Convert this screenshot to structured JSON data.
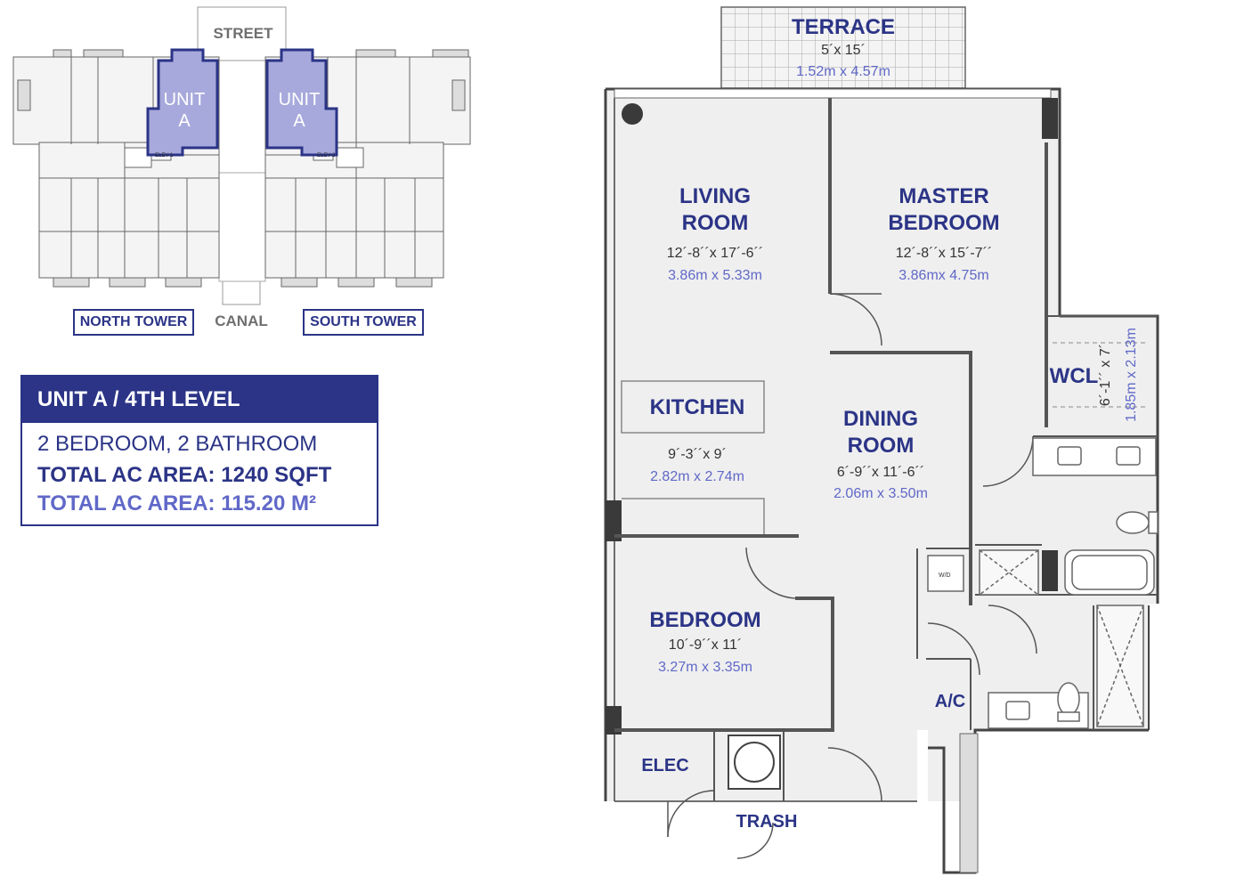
{
  "key_plan": {
    "street": "STREET",
    "canal": "CANAL",
    "north_tower": "NORTH TOWER",
    "south_tower": "SOUTH TOWER",
    "unit_left": "UNIT\nA",
    "unit_right": "UNIT\nA",
    "elev_left": "ELEV 1",
    "elev_right": "ELEV 2"
  },
  "info": {
    "title": "UNIT A / 4TH LEVEL",
    "bedrooms": "2 BEDROOM, 2 BATHROOM",
    "area_sqft": "TOTAL AC AREA: 1240 SQFT",
    "area_m2": "TOTAL AC AREA: 115.20 M²"
  },
  "rooms": {
    "terrace": {
      "name": "TERRACE",
      "ft": "5´x 15´",
      "m": "1.52m x 4.57m"
    },
    "living": {
      "name": "LIVING\nROOM",
      "ft": "12´-8´´x 17´-6´´",
      "m": "3.86m x 5.33m"
    },
    "master": {
      "name": "MASTER\nBEDROOM",
      "ft": "12´-8´´x 15´-7´´",
      "m": "3.86mx 4.75m"
    },
    "wcl": {
      "name": "WCL",
      "ft": "6´-1´´ x 7´",
      "m": "1.85m x 2.13m"
    },
    "kitchen": {
      "name": "KITCHEN",
      "ft": "9´-3´´x 9´",
      "m": "2.82m x 2.74m"
    },
    "dining": {
      "name": "DINING\nROOM",
      "ft": "6´-9´´x 11´-6´´",
      "m": "2.06m x 3.50m"
    },
    "bedroom": {
      "name": "BEDROOM",
      "ft": "10´-9´´x 11´",
      "m": "3.27m x 3.35m"
    },
    "ac": {
      "name": "A/C"
    },
    "elec": {
      "name": "ELEC"
    },
    "trash": {
      "name": "TRASH"
    },
    "wd": {
      "name": "W/D"
    }
  },
  "colors": {
    "navy": "#2b3486",
    "lavender": "#6068c8",
    "highlight_fill": "#a7a9dc",
    "floor": "#efefef",
    "wall": "#444444"
  }
}
